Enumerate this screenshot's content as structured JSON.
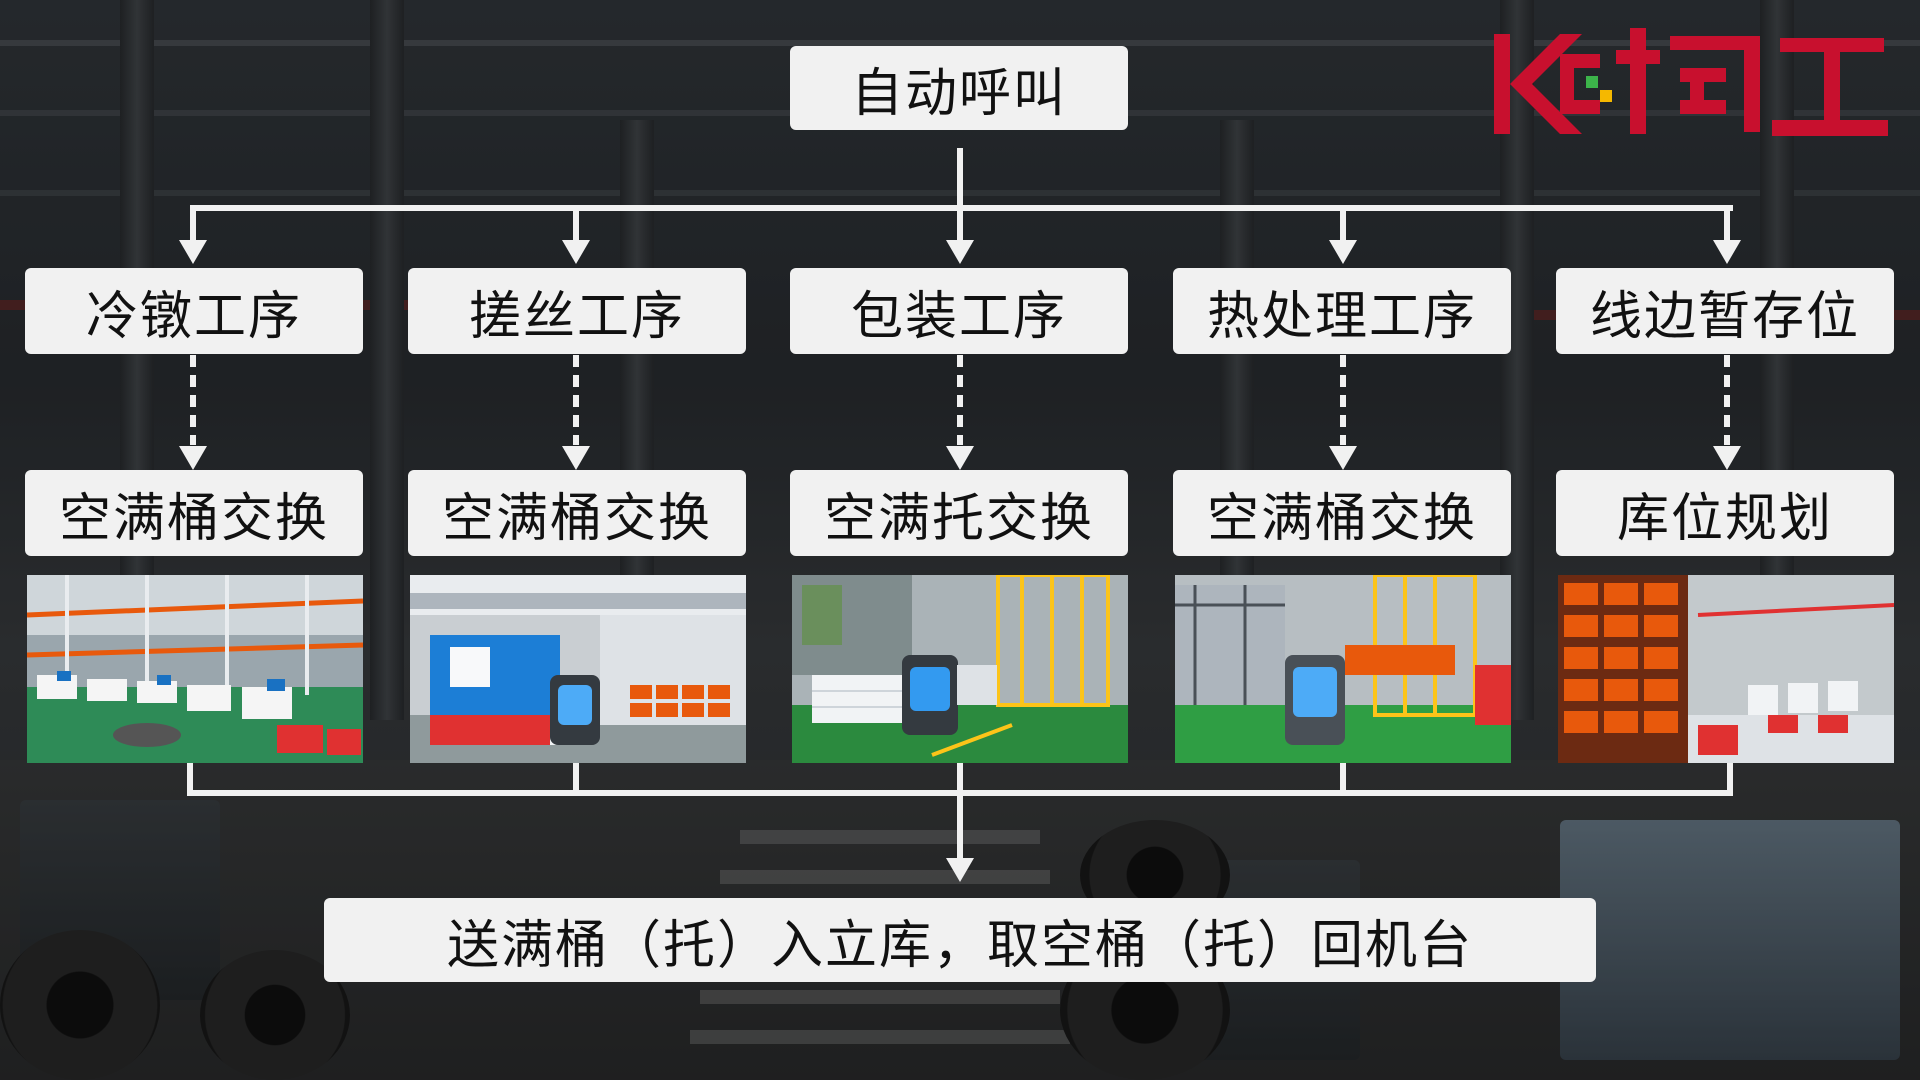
{
  "top": {
    "label": "自动呼叫"
  },
  "processes": [
    {
      "label": "冷镦工序",
      "action": "空满桶交换"
    },
    {
      "label": "搓丝工序",
      "action": "空满桶交换"
    },
    {
      "label": "包装工序",
      "action": "空满托交换"
    },
    {
      "label": "热处理工序",
      "action": "空满桶交换"
    },
    {
      "label": "线边暂存位",
      "action": "库位规划"
    }
  ],
  "bottom": {
    "label": "送满桶（托）入立库，取空桶（托）回机台"
  },
  "colors": {
    "box": "#f1f1f1",
    "line": "#f1f1f1",
    "logo": "#c8102e",
    "logo_dot_green": "#3cb44a",
    "logo_dot_yellow": "#f5b800"
  }
}
